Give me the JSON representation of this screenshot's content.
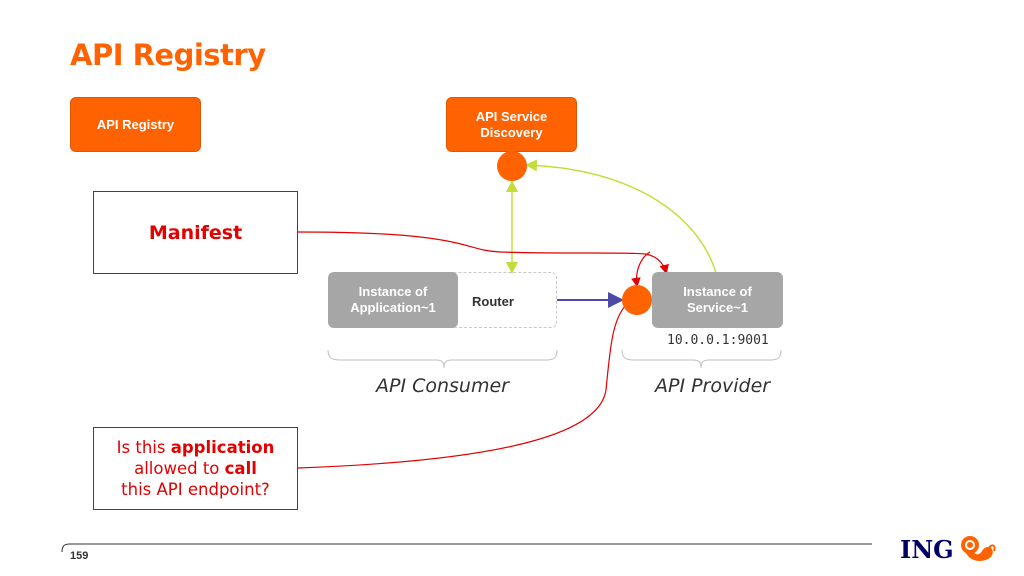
{
  "slide": {
    "title": "API Registry",
    "page_number": "159"
  },
  "boxes": {
    "api_registry": "API Registry",
    "api_service_discovery": "API Service\nDiscovery",
    "instance_application": "Instance of\nApplication~1",
    "router": "Router",
    "instance_service": "Instance of\nService~1"
  },
  "callouts": {
    "manifest": "Manifest",
    "question_parts": {
      "p1": "Is this ",
      "p2": "application",
      "p3": "allowed to ",
      "p4": "call",
      "p5": "this API endpoint?"
    }
  },
  "labels": {
    "ip": "10.0.0.1:9001",
    "consumer": "API Consumer",
    "provider": "API Provider"
  },
  "logo": {
    "text": "ING"
  },
  "colors": {
    "orange": "#ff6200",
    "grey": "#a6a6a6",
    "red": "#e30000",
    "green_line": "#c5dd3a",
    "blue_arrow": "#4a4aa8",
    "ing_blue": "#000066"
  }
}
